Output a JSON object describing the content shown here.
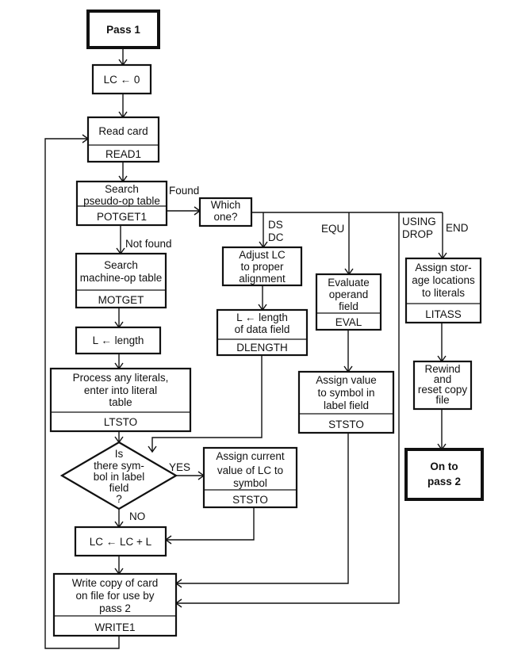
{
  "nodes": {
    "pass1": {
      "lines": [
        "Pass 1"
      ]
    },
    "lc0": {
      "lines": [
        "LC ← 0"
      ]
    },
    "read": {
      "lines": [
        "Read card"
      ],
      "routine": "READ1"
    },
    "potget": {
      "lines": [
        "Search",
        "pseudo-op table"
      ],
      "routine": "POTGET1"
    },
    "which": {
      "lines": [
        "Which",
        "one?"
      ]
    },
    "motget": {
      "lines": [
        "Search",
        "machine-op table"
      ],
      "routine": "MOTGET"
    },
    "llen": {
      "lines": [
        "L ← length"
      ]
    },
    "ltsto": {
      "lines": [
        "Process any literals,",
        "enter into literal",
        "table"
      ],
      "routine": "LTSTO"
    },
    "decision": {
      "lines": [
        "Is",
        "there sym-",
        "bol in label",
        "field",
        "?"
      ]
    },
    "ststo1": {
      "lines": [
        "Assign current",
        "value of LC to",
        "symbol"
      ],
      "routine": "STSTO"
    },
    "lcinc": {
      "lines": [
        "LC ← LC + L"
      ]
    },
    "write": {
      "lines": [
        "Write copy of card",
        "on file for use by",
        "pass 2"
      ],
      "routine": "WRITE1"
    },
    "adjust": {
      "lines": [
        "Adjust LC",
        "to proper",
        "alignment"
      ]
    },
    "dlength": {
      "lines": [
        "L ← length",
        "of data field"
      ],
      "routine": "DLENGTH"
    },
    "eval": {
      "lines": [
        "Evaluate",
        "operand",
        "field"
      ],
      "routine": "EVAL"
    },
    "ststo2": {
      "lines": [
        "Assign value",
        "to symbol in",
        "label field"
      ],
      "routine": "STSTO"
    },
    "litass": {
      "lines": [
        "Assign stor-",
        "age locations",
        "to literals"
      ],
      "routine": "LITASS"
    },
    "rewind": {
      "lines": [
        "Rewind",
        "and",
        "reset copy",
        "file"
      ]
    },
    "pass2": {
      "lines": [
        "On to",
        "pass 2"
      ]
    }
  },
  "edge_labels": {
    "found": "Found",
    "not_found": "Not found",
    "ds_dc": [
      "DS",
      "DC"
    ],
    "equ": "EQU",
    "using_drop": [
      "USING",
      "DROP"
    ],
    "end": "END",
    "yes": "YES",
    "no": "NO"
  }
}
